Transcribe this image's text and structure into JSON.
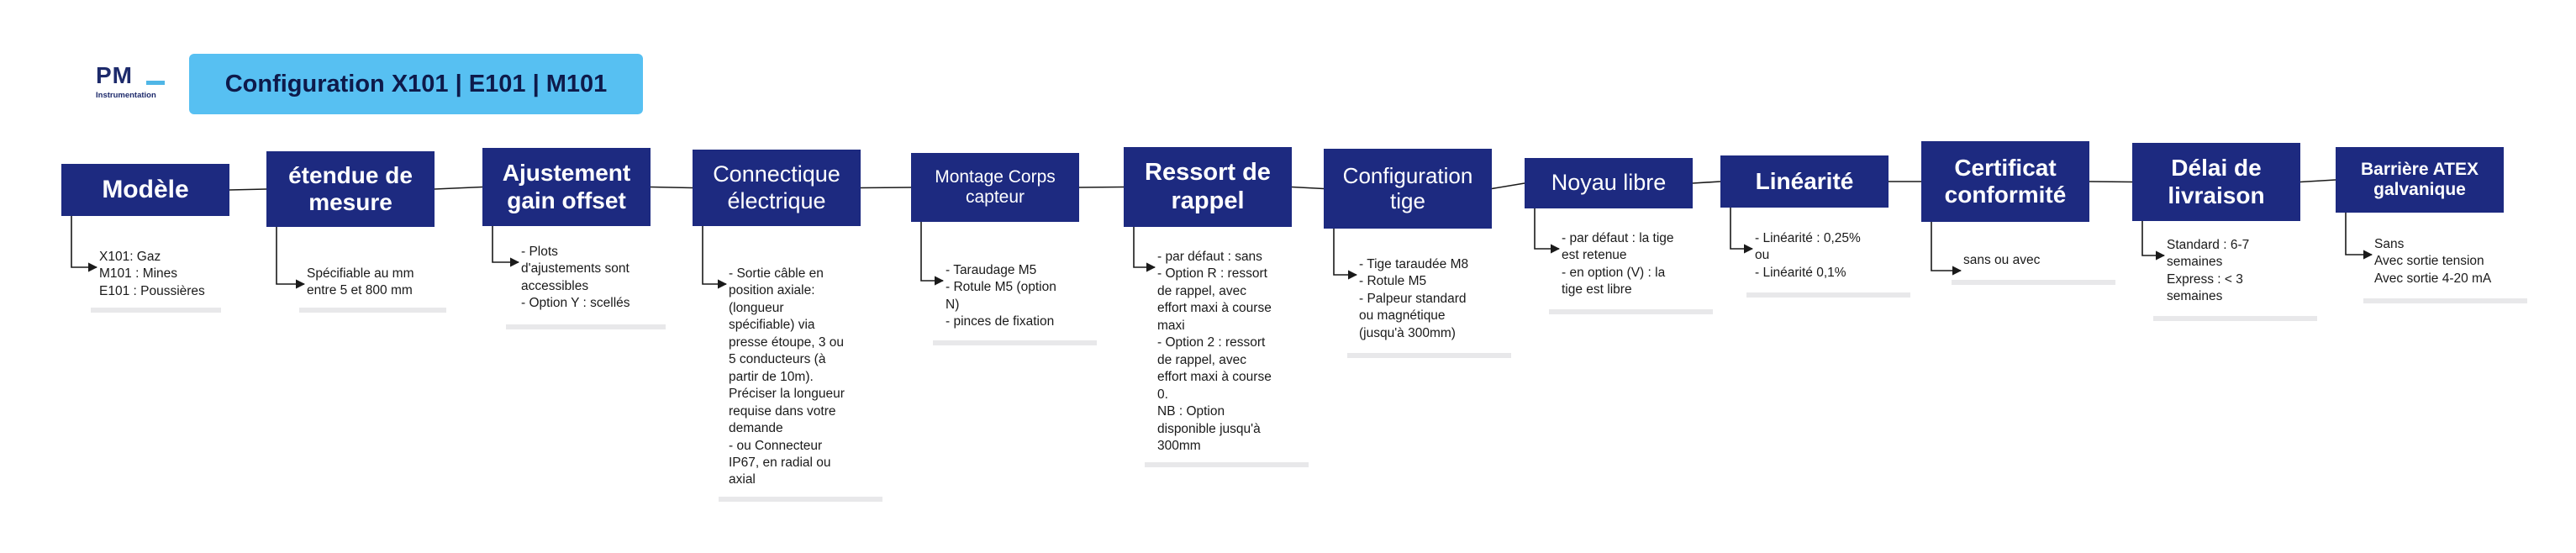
{
  "header": {
    "logo_text": "PM",
    "logo_subtext": "Instrumentation",
    "title": "Configuration X101 | E101 | M101"
  },
  "colors": {
    "stage_fill": "#1d2a80",
    "banner_fill": "#57c0f2",
    "text": "#1a1a1a"
  },
  "stages": [
    {
      "label": "Modèle",
      "description": "X101: Gaz\nM101 : Mines\nE101 : Poussières"
    },
    {
      "label": "étendue de mesure",
      "description": "Spécifiable au mm\nentre 5 et 800 mm"
    },
    {
      "label": "Ajustement gain offset",
      "description": "- Plots\nd'ajustements sont\naccessibles\n- Option Y : scellés"
    },
    {
      "label": "Connectique électrique",
      "description": "- Sortie câble en\nposition axiale:\n(longueur\nspécifiable) via\npresse étoupe, 3 ou\n5 conducteurs (à\npartir de 10m).\nPréciser la longueur\nrequise dans votre\ndemande\n- ou Connecteur\nIP67, en radial ou\naxial"
    },
    {
      "label": "Montage Corps capteur",
      "description": "- Taraudage M5\n- Rotule M5 (option\nN)\n- pinces de fixation"
    },
    {
      "label": "Ressort de rappel",
      "description": "- par défaut : sans\n- Option R : ressort\nde rappel, avec\neffort maxi à course\nmaxi\n- Option 2 : ressort\nde rappel, avec\neffort maxi à course\n0.\nNB : Option\ndisponible jusqu'à\n300mm"
    },
    {
      "label": "Configuration tige",
      "description": "- Tige taraudée M8\n- Rotule M5\n- Palpeur standard\nou magnétique\n(jusqu'à 300mm)"
    },
    {
      "label": "Noyau libre",
      "description": "- par défaut : la tige\nest retenue\n- en option (V) : la\ntige est libre"
    },
    {
      "label": "Linéarité",
      "description": "- Linéarité : 0,25%\nou\n- Linéarité 0,1%"
    },
    {
      "label": "Certificat conformité",
      "description": "sans ou avec"
    },
    {
      "label": "Délai de livraison",
      "description": "Standard : 6-7\nsemaines\nExpress : < 3\nsemaines"
    },
    {
      "label": "Barrière ATEX galvanique",
      "description": "Sans\nAvec sortie tension\nAvec sortie 4-20 mA"
    }
  ]
}
